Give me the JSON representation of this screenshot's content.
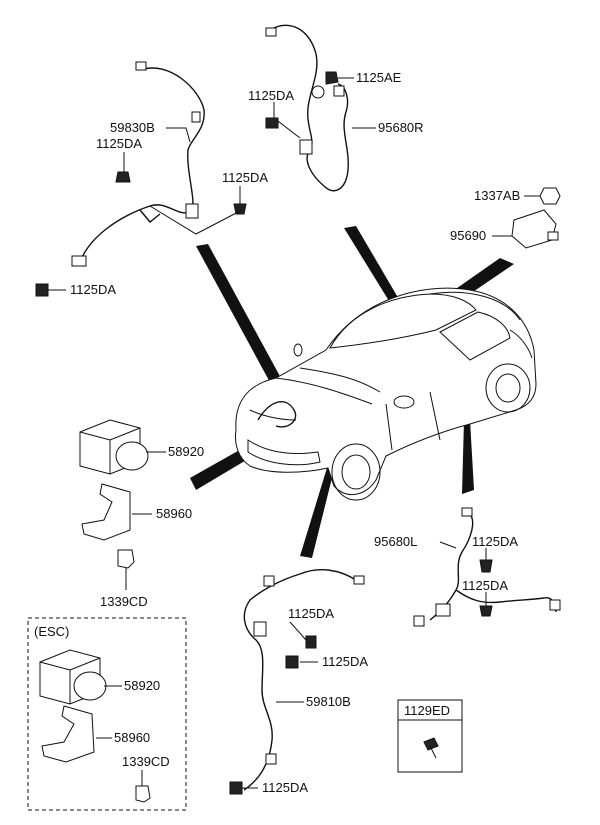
{
  "diagram": {
    "labels": {
      "l_59830B": "59830B",
      "l_1125DA_a": "1125DA",
      "l_1125DA_b": "1125DA",
      "l_1125DA_c": "1125DA",
      "l_1125DA_top": "1125DA",
      "l_1125AE": "1125AE",
      "l_95680R": "95680R",
      "l_1337AB": "1337AB",
      "l_95690": "95690",
      "l_58920": "58920",
      "l_58960": "58960",
      "l_1339CD": "1339CD",
      "l_95680L": "95680L",
      "l_1125DA_r1": "1125DA",
      "l_1125DA_r2": "1125DA",
      "l_1125DA_m1": "1125DA",
      "l_1125DA_m2": "1125DA",
      "l_59810B": "59810B",
      "l_1125DA_m3": "1125DA",
      "esc_title": "(ESC)",
      "l_58920_esc": "58920",
      "l_58960_esc": "58960",
      "l_1339CD_esc": "1339CD",
      "l_1129ED": "1129ED"
    }
  }
}
